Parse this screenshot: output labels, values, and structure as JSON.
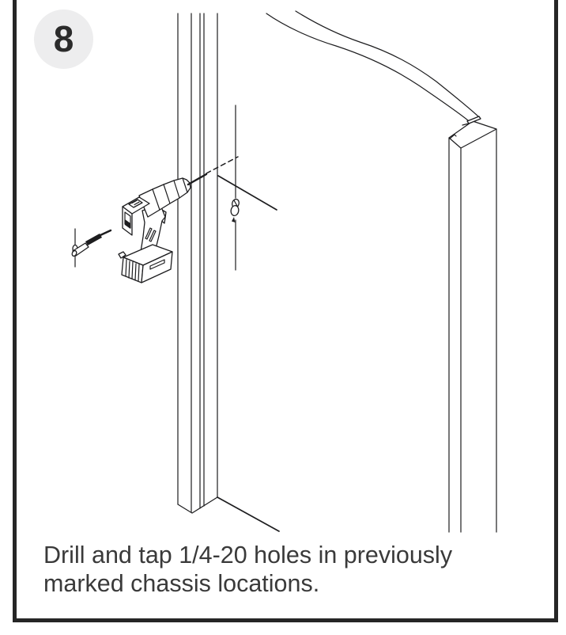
{
  "step_badge": {
    "number": "8",
    "bg": "#ededee",
    "text_color": "#2b2b2b"
  },
  "caption": {
    "lines": [
      "Drill and tap 1/4-20 holes in previously",
      "marked chassis locations."
    ],
    "color": "#3a3a3a"
  },
  "frame": {
    "border_color": "#262626"
  },
  "figure": {
    "line_color": "#1d1d1f",
    "background": "#ffffff",
    "parts": [
      "cordless-drill",
      "drill-bit",
      "t-handle-tap-wrench",
      "chassis-post-center",
      "chassis-post-right",
      "trim-strip",
      "drill-axis-dashed-line",
      "marked-location-cross",
      "screw-marker",
      "floor-line"
    ]
  }
}
